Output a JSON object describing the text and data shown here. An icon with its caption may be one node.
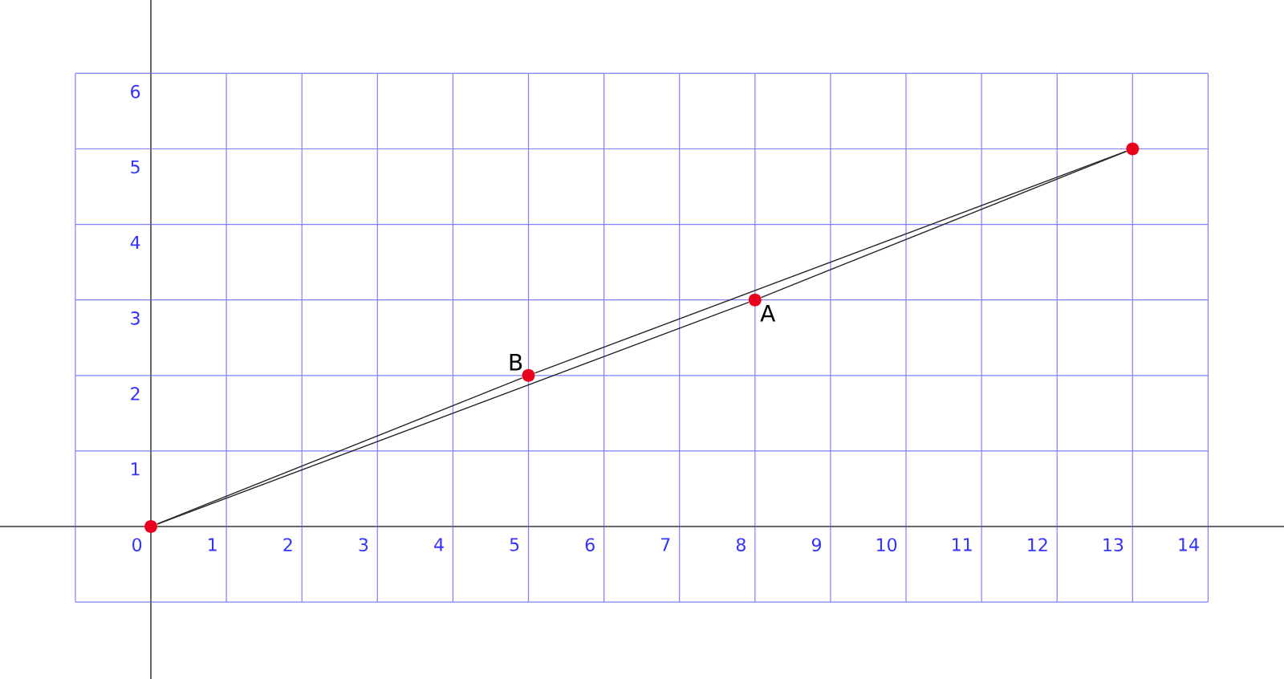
{
  "diagram": {
    "nodes": [
      {
        "text": [],
        "shape": "circle"
      },
      {
        "text": [
          "B"
        ]
      },
      {
        "text": [
          "A"
        ]
      },
      {
        "text": [],
        "shape": "circle"
      }
    ],
    "edges": [
      {
        "from": 0,
        "to": 1,
        "arrow": "none"
      },
      {
        "from": 1,
        "to": 3,
        "arrow": "none"
      },
      {
        "from": 0,
        "to": 2,
        "arrow": "none"
      },
      {
        "from": 2,
        "to": 3,
        "arrow": "none"
      }
    ],
    "labels": [
      "0",
      "1",
      "2",
      "3",
      "4",
      "5",
      "6",
      "7",
      "8",
      "9",
      "10",
      "11",
      "12",
      "13",
      "14",
      "1",
      "2",
      "3",
      "4",
      "5",
      "6"
    ]
  }
}
